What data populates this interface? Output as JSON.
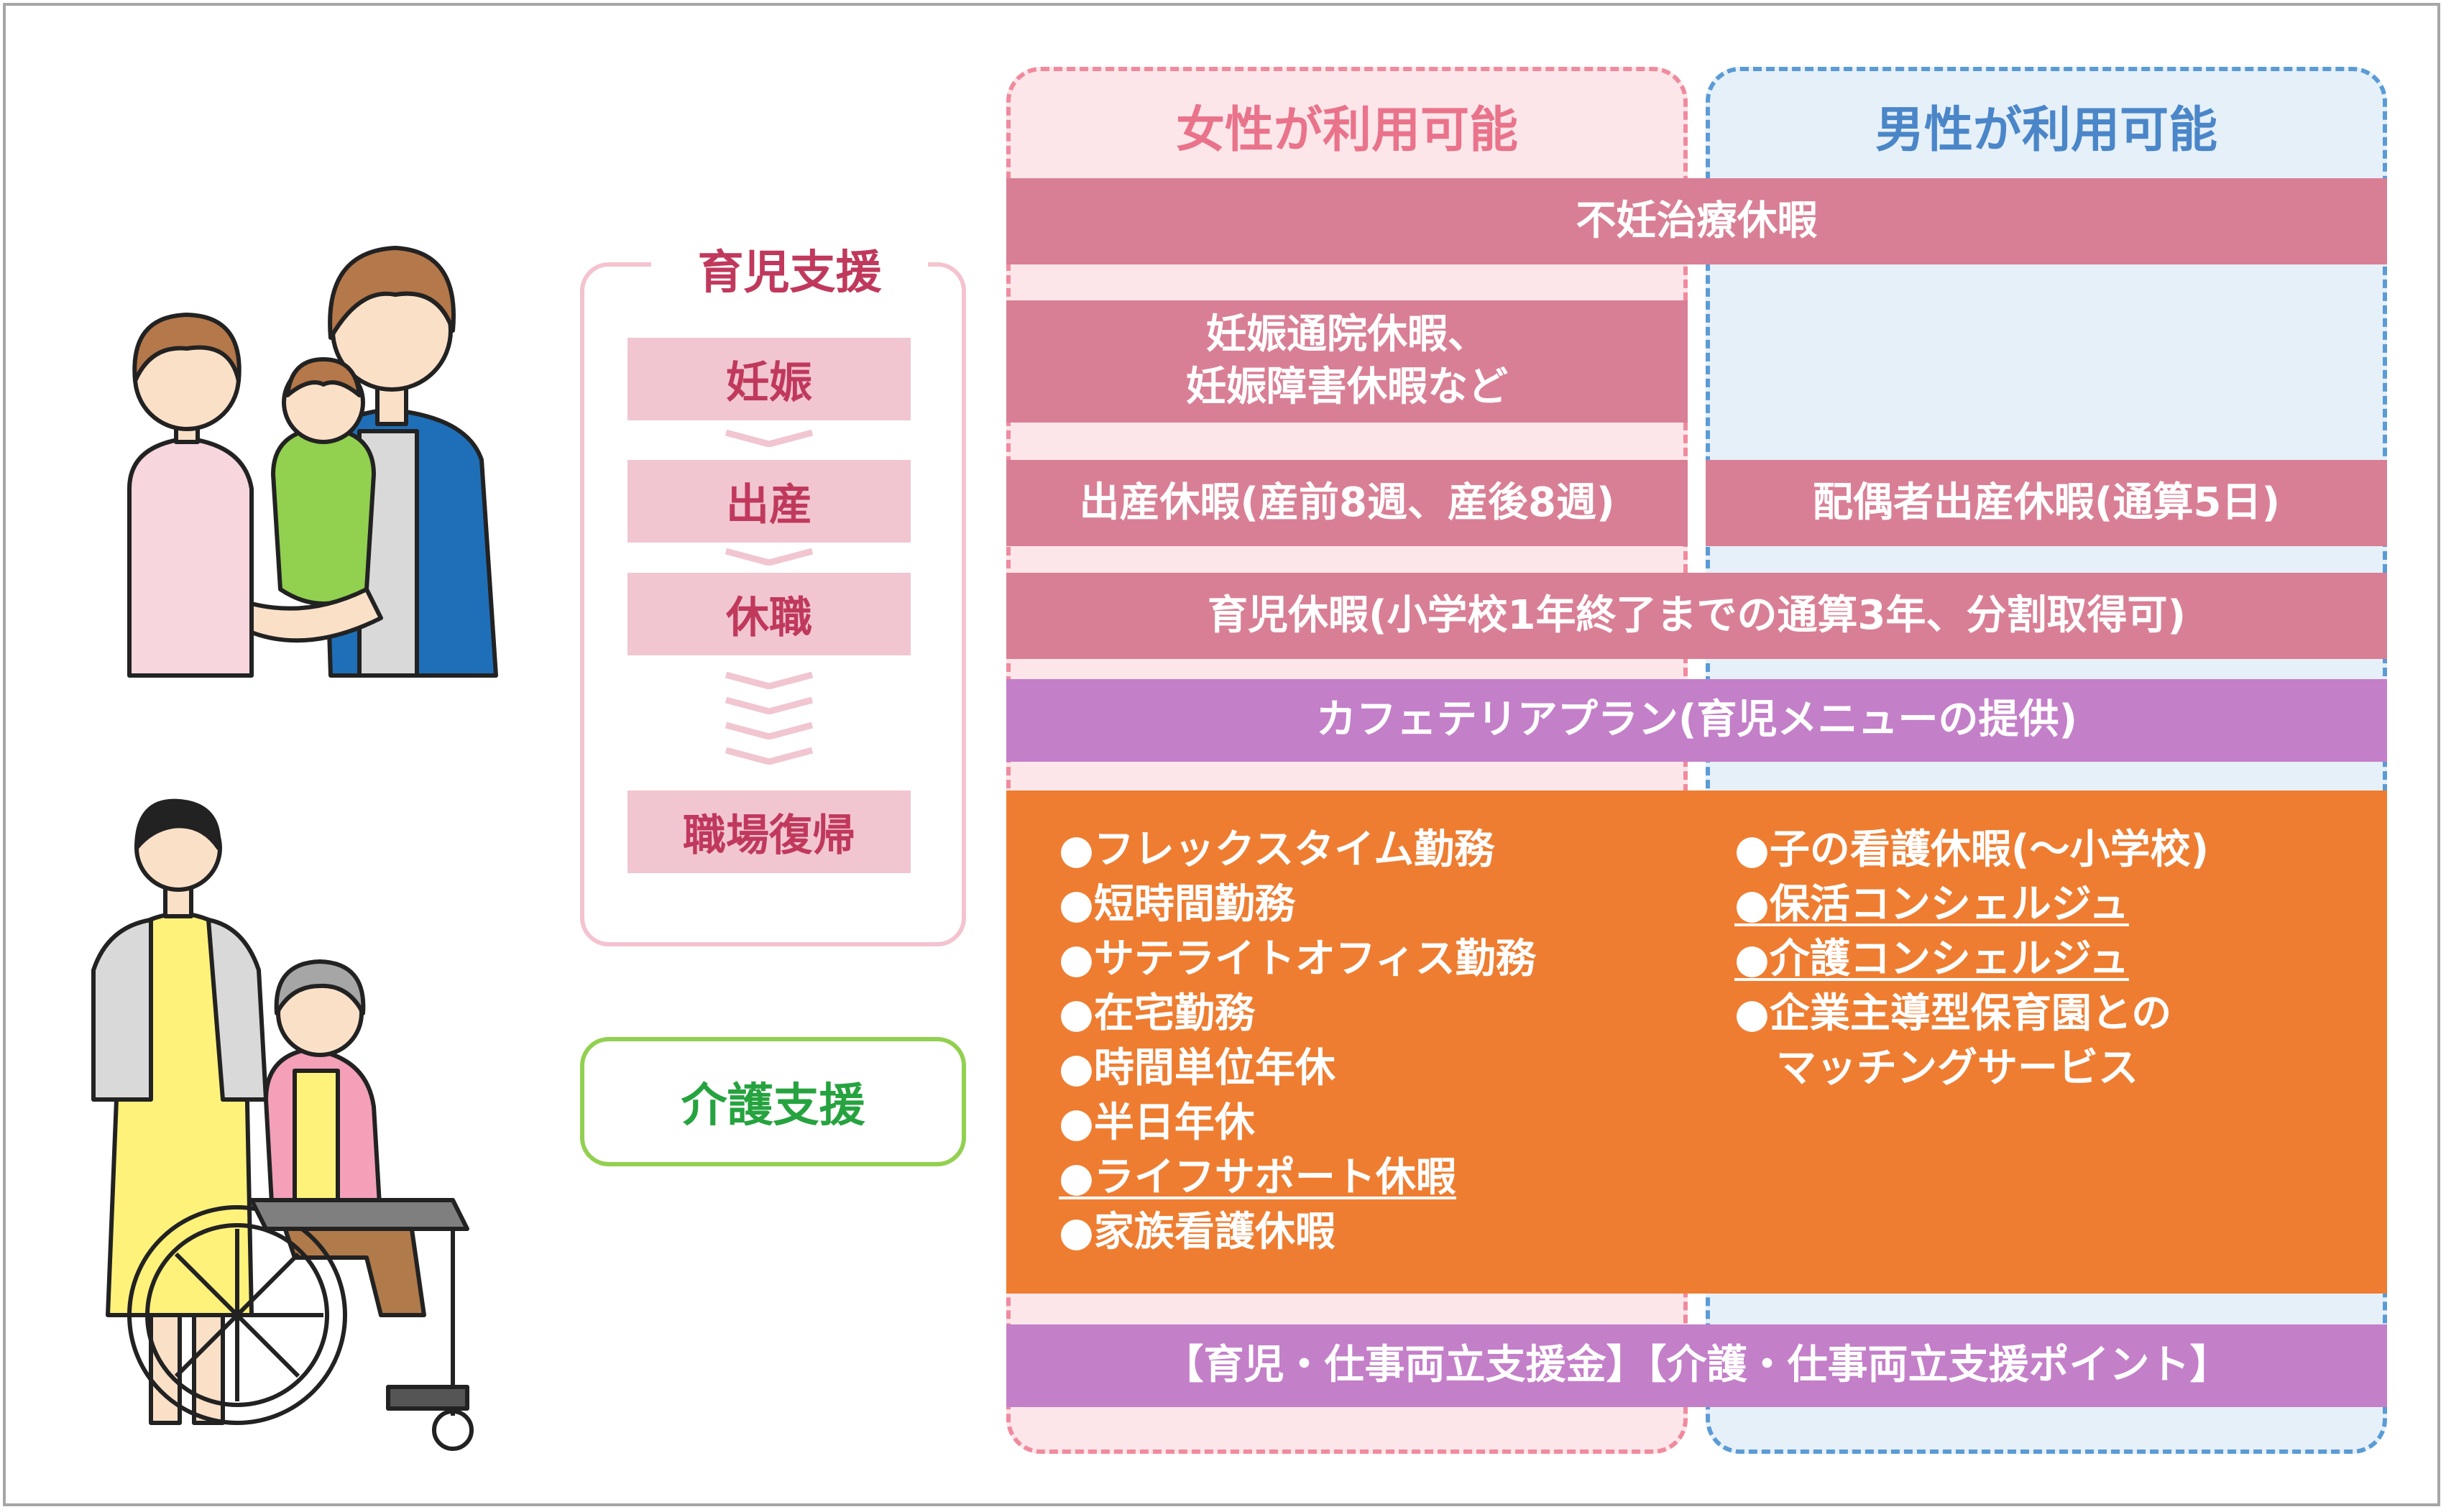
{
  "columns": {
    "female": {
      "title": "女性が利用可能",
      "color": "#e9738a"
    },
    "male": {
      "title": "男性が利用可能",
      "color": "#4a86c8"
    }
  },
  "support": {
    "childcare": {
      "title": "育児支援",
      "color": "#c0395c"
    },
    "nursing": {
      "title": "介護支援",
      "color": "#26a33f"
    }
  },
  "stages": [
    "妊娠",
    "出産",
    "休職",
    "職場復帰"
  ],
  "bars": {
    "infertility": "不妊治療休暇",
    "pregnancy_line1": "妊娠通院休暇、",
    "pregnancy_line2": "妊娠障害休暇など",
    "maternity": "出産休暇(産前8週、産後8週)",
    "paternity": "配偶者出産休暇(通算5日)",
    "childcare_leave": "育児休暇(小学校1年終了までの通算3年、分割取得可)",
    "cafeteria": "カフェテリアプラン(育児メニューの提供)",
    "fund": "【育児・仕事両立支援金】【介護・仕事両立支援ポイント】"
  },
  "left_list": [
    "●フレックスタイム勤務",
    "●短時間勤務",
    "●サテライトオフィス勤務",
    "●在宅勤務",
    "●時間単位年休",
    "●半日年休",
    "●ライフサポート休暇",
    "●家族看護休暇"
  ],
  "right_list": [
    "●子の看護休暇(～小学校)",
    "●保活コンシェルジュ",
    "●介護コンシェルジュ",
    "●企業主導型保育園との",
    "マッチングサービス"
  ],
  "colors": {
    "pink_bar": "#d97f95",
    "purple_bar": "#c47fc9",
    "orange_panel": "#ee7d31",
    "stage_bg": "#f1c6d1"
  }
}
